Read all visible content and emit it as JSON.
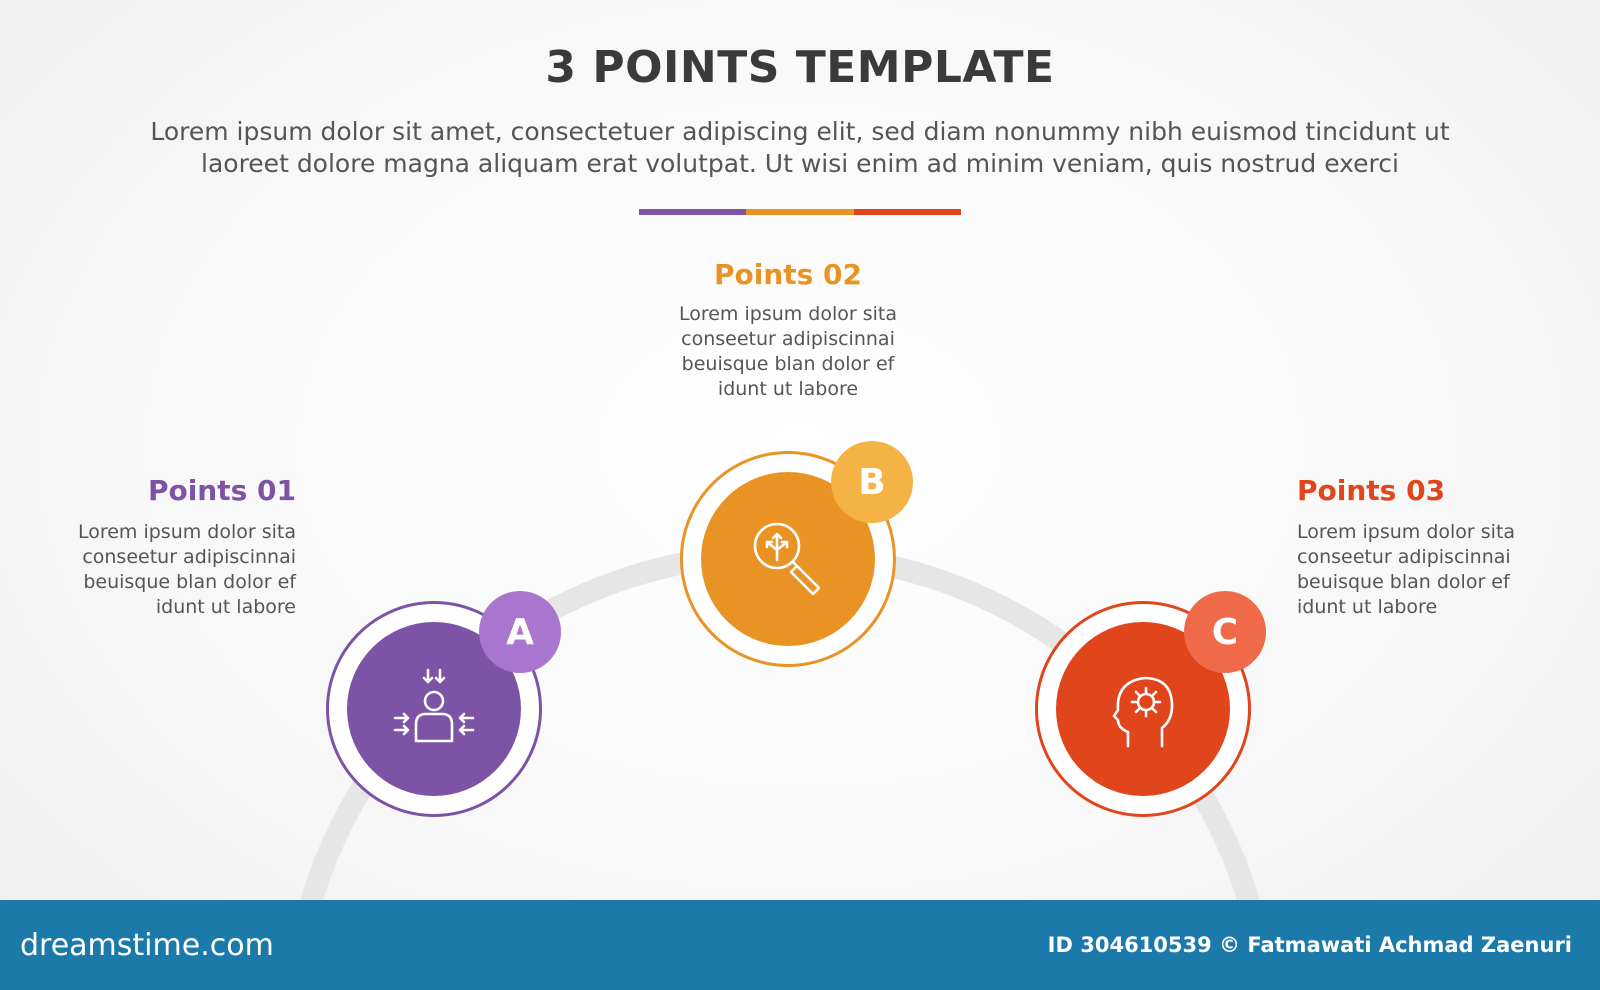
{
  "header": {
    "title": "3 POINTS TEMPLATE",
    "subtitle": "Lorem ipsum dolor sit amet, consectetuer adipiscing elit, sed diam nonummy nibh euismod tincidunt ut laoreet dolore magna aliquam erat volutpat. Ut wisi enim ad minim veniam, quis nostrud exerci"
  },
  "colors": {
    "purple": "#7d53a6",
    "purple_light": "#a875cf",
    "orange": "#ea9325",
    "orange_light": "#f5b245",
    "red": "#e0451c",
    "red_light": "#f06a4a",
    "arc": "#e6e6e6",
    "footer": "#1b7aa9"
  },
  "points": [
    {
      "badge": "A",
      "title": "Points 01",
      "description": "Lorem ipsum dolor sita conseetur adipiscinnai beuisque blan dolor ef idunt ut labore",
      "icon": "person-focus-arrows-icon"
    },
    {
      "badge": "B",
      "title": "Points 02",
      "description": "Lorem ipsum dolor sita conseetur adipiscinnai beuisque blan dolor ef idunt ut labore",
      "icon": "magnifier-direction-arrows-icon"
    },
    {
      "badge": "C",
      "title": "Points 03",
      "description": "Lorem ipsum dolor sita conseetur adipiscinnai beuisque blan dolor ef idunt ut labore",
      "icon": "head-gear-icon"
    }
  ],
  "footer": {
    "logo": "dreamstime.com",
    "credit": "ID 304610539 © Fatmawati  Achmad Zaenuri"
  }
}
